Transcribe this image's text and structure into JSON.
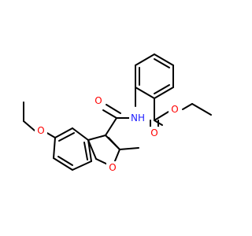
{
  "molecule": {
    "atoms": {
      "nh": {
        "symbol": "NH",
        "color": "#2222ff"
      },
      "o_amide": {
        "symbol": "O",
        "color": "#ff0000"
      },
      "o_ester_carbonyl": {
        "symbol": "O",
        "color": "#ff0000"
      },
      "o_ester": {
        "symbol": "O",
        "color": "#ff0000"
      },
      "o_ethoxy": {
        "symbol": "O",
        "color": "#ff0000"
      },
      "o_furan": {
        "symbol": "O",
        "color": "#ff0000"
      }
    },
    "bond_color": "#000000"
  }
}
